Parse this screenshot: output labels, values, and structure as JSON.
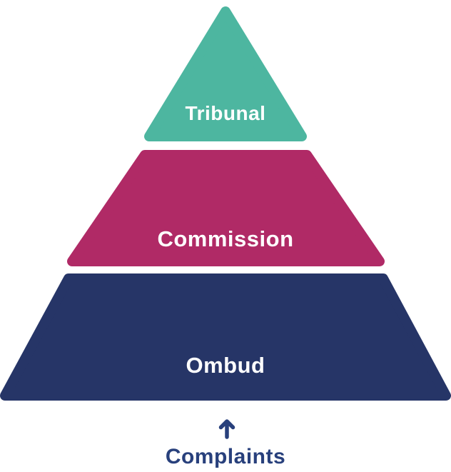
{
  "diagram": {
    "type": "pyramid",
    "levels": [
      {
        "label": "Tribunal",
        "color": "#4db6a0"
      },
      {
        "label": "Commission",
        "color": "#b02a66"
      },
      {
        "label": "Ombud",
        "color": "#263567"
      }
    ],
    "flow": {
      "label": "Complaints",
      "arrow_icon": "up-arrow",
      "color": "#28407c"
    }
  }
}
